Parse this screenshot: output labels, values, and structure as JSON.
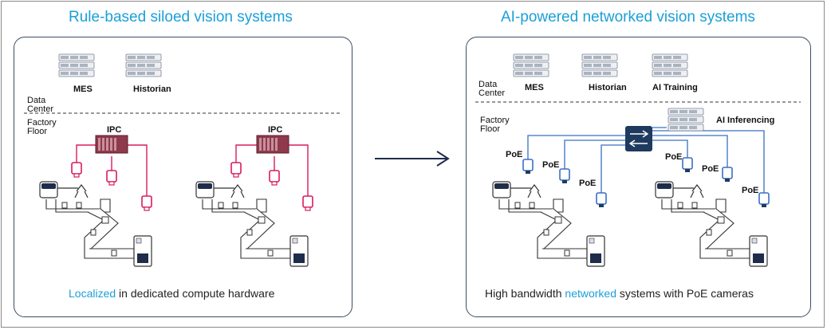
{
  "left_panel": {
    "title": "Rule-based siloed vision systems",
    "servers": [
      "MES",
      "Historian"
    ],
    "data_center_line1": "Data",
    "data_center_line2": "Center",
    "factory_floor_line1": "Factory",
    "factory_floor_line2": "Floor",
    "ipc_label": "IPC",
    "caption_highlight": "Localized",
    "caption_rest": " in dedicated compute hardware"
  },
  "right_panel": {
    "title": "AI-powered networked vision systems",
    "servers": [
      "MES",
      "Historian",
      "AI Training"
    ],
    "data_center_line1": "Data",
    "data_center_line2": "Center",
    "factory_floor_line1": "Factory",
    "factory_floor_line2": "Floor",
    "inferencing_label": "AI Inferencing",
    "poe_label": "PoE",
    "caption_pre": "High bandwidth ",
    "caption_highlight": "networked",
    "caption_post": " systems with PoE cameras"
  },
  "colors": {
    "title_blue": "#1ba0d8",
    "ipc_wire_pink": "#d81b60",
    "network_blue": "#3a6fc4",
    "switch_navy": "#1f3a5f",
    "arrow_navy": "#1f2d4a"
  }
}
